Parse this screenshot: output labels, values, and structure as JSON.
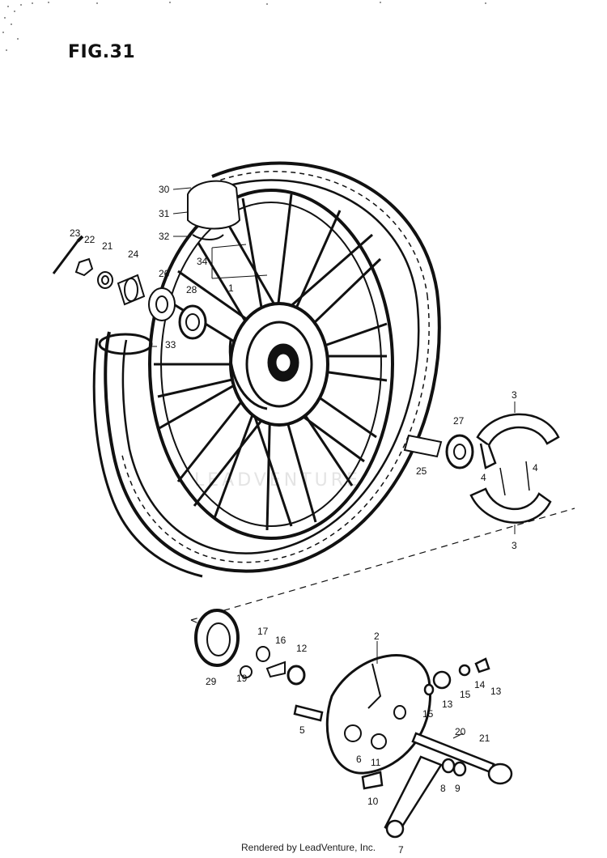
{
  "figure_title": "FIG.31",
  "footer_text": "Rendered by LeadVenture, Inc.",
  "watermark_text": "LEADVENTURE",
  "part_labels": [
    {
      "id": "l30",
      "text": "30"
    },
    {
      "id": "l31",
      "text": "31"
    },
    {
      "id": "l32",
      "text": "32"
    },
    {
      "id": "l34",
      "text": "34"
    },
    {
      "id": "l23",
      "text": "23"
    },
    {
      "id": "l22",
      "text": "22"
    },
    {
      "id": "l21a",
      "text": "21"
    },
    {
      "id": "l24",
      "text": "24"
    },
    {
      "id": "l26",
      "text": "26"
    },
    {
      "id": "l28",
      "text": "28"
    },
    {
      "id": "l1",
      "text": "1"
    },
    {
      "id": "l33",
      "text": "33"
    },
    {
      "id": "l3a",
      "text": "3"
    },
    {
      "id": "l27",
      "text": "27"
    },
    {
      "id": "l25",
      "text": "25"
    },
    {
      "id": "l4a",
      "text": "4"
    },
    {
      "id": "l4b",
      "text": "4"
    },
    {
      "id": "l3b",
      "text": "3"
    },
    {
      "id": "l2",
      "text": "2"
    },
    {
      "id": "l29",
      "text": "29"
    },
    {
      "id": "l17",
      "text": "17"
    },
    {
      "id": "l16",
      "text": "16"
    },
    {
      "id": "l12",
      "text": "12"
    },
    {
      "id": "l19",
      "text": "19"
    },
    {
      "id": "l13a",
      "text": "13"
    },
    {
      "id": "l15a",
      "text": "15"
    },
    {
      "id": "l14",
      "text": "14"
    },
    {
      "id": "l13b",
      "text": "13"
    },
    {
      "id": "l15b",
      "text": "15"
    },
    {
      "id": "l5",
      "text": "5"
    },
    {
      "id": "l6",
      "text": "6"
    },
    {
      "id": "l11",
      "text": "11"
    },
    {
      "id": "l20",
      "text": "20"
    },
    {
      "id": "l21b",
      "text": "21"
    },
    {
      "id": "l8",
      "text": "8"
    },
    {
      "id": "l9",
      "text": "9"
    },
    {
      "id": "l10",
      "text": "10"
    },
    {
      "id": "l7",
      "text": "7"
    }
  ]
}
